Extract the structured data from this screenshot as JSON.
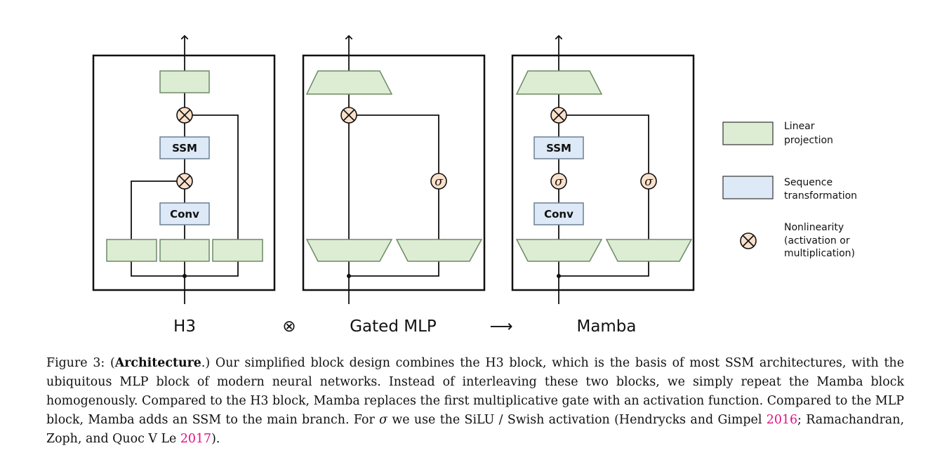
{
  "labels": {
    "ssm": "SSM",
    "conv": "Conv",
    "sigma": "σ"
  },
  "block_titles": {
    "h3": "H3",
    "combine_symbol": "⊗",
    "gated_mlp": "Gated MLP",
    "arrow": "⟶",
    "mamba": "Mamba"
  },
  "legend": {
    "linear_line1": "Linear",
    "linear_line2": "projection",
    "seq_line1": "Sequence",
    "seq_line2": "transformation",
    "nonlin_line1": "Nonlinearity",
    "nonlin_line2": "(activation or",
    "nonlin_line3": "multiplication)"
  },
  "caption": {
    "prefix": "Figure 3: (",
    "bold": "Architecture",
    "text1": ".) Our simplified block design combines the H3 block, which is the basis of most SSM architectures, with the ubiquitous MLP block of modern neural networks. Instead of interleaving these two blocks, we simply repeat the Mamba block homogenously. Compared to the H3 block, Mamba replaces the first multiplicative gate with an activation function. Compared to the MLP block, Mamba adds an SSM to the main branch. For ",
    "sigma": "σ",
    "text2": " we use the SiLU / Swish activation (Hendrycks and Gimpel ",
    "cite1": "2016",
    "text3": "; Ramachandran, Zoph, and Quoc V Le ",
    "cite2": "2017",
    "text4": ")."
  },
  "colors": {
    "linear_fill": "#dcedd4",
    "linear_stroke": "#6d8a63",
    "seq_fill": "#dde9f6",
    "seq_stroke": "#6b7f94",
    "nonlin_fill": "#fbe1cc",
    "citation": "#e0108a"
  }
}
